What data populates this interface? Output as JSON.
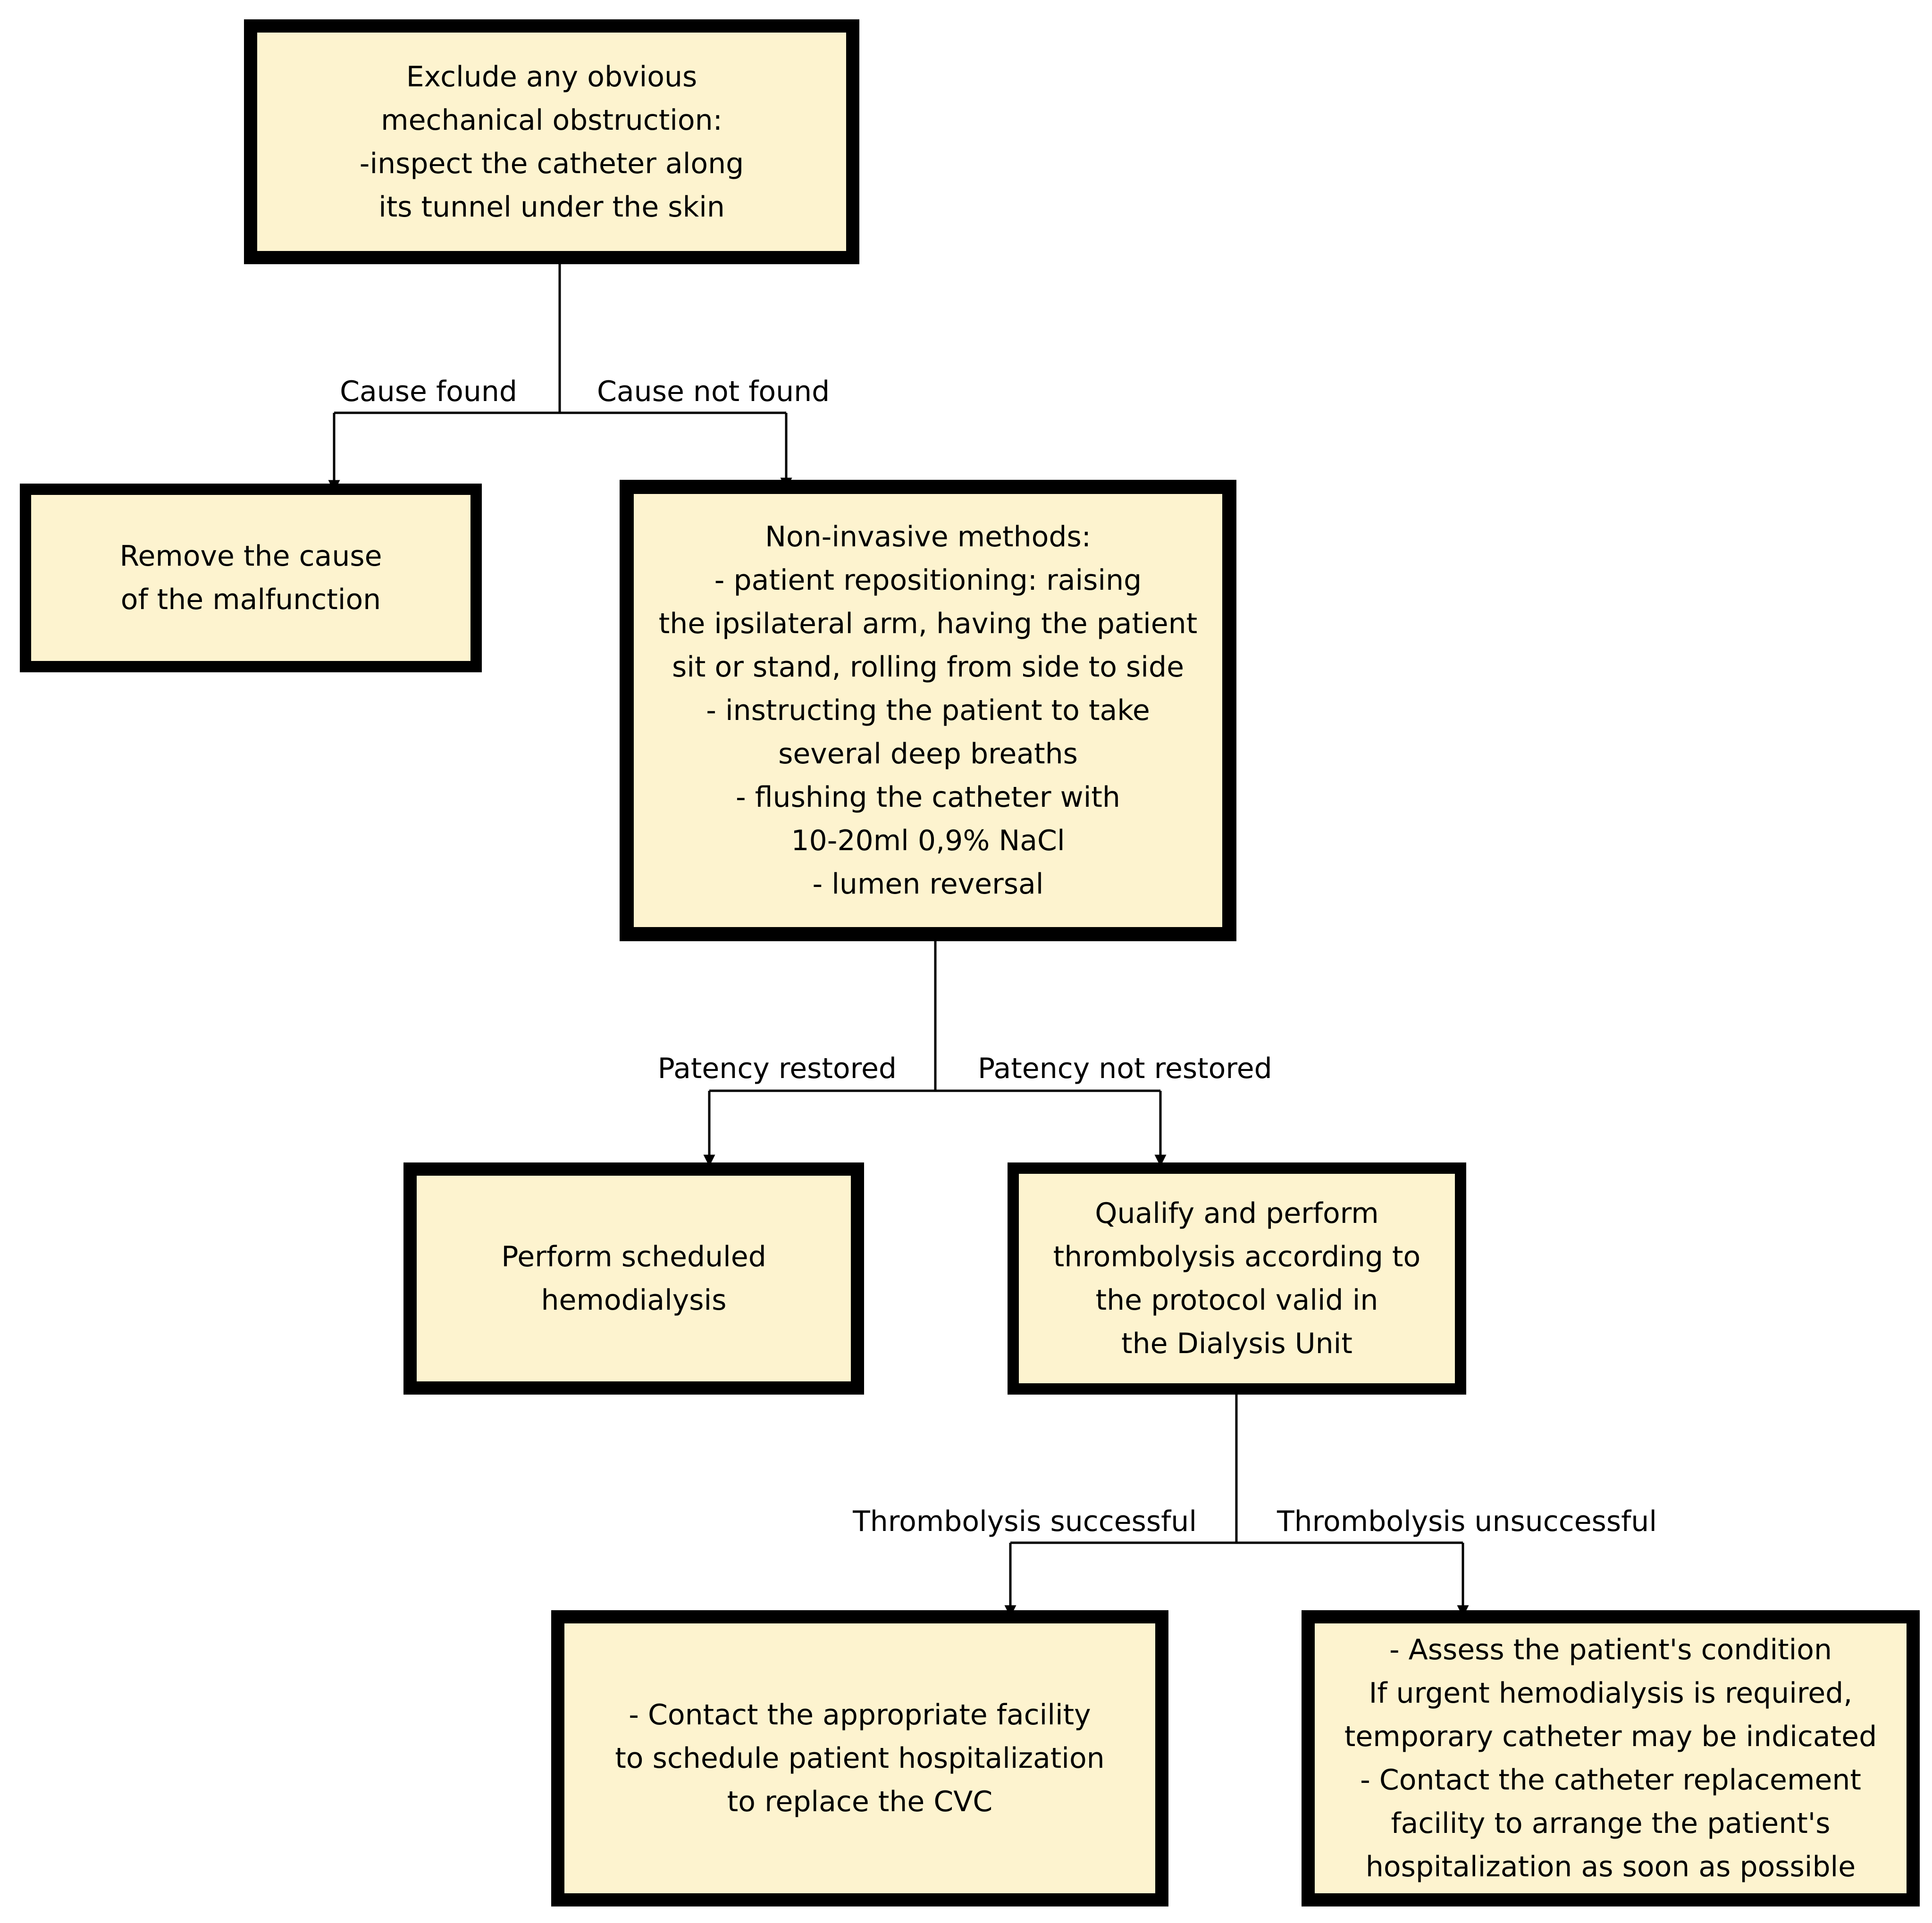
{
  "diagram": {
    "boxes": {
      "exclude_obstruction": {
        "lines": [
          "Exclude any obvious",
          "mechanical obstruction:",
          "-inspect the catheter along",
          "its tunnel under the skin"
        ]
      },
      "remove_cause": {
        "lines": [
          "Remove the cause",
          "of the malfunction"
        ]
      },
      "non_invasive": {
        "lines": [
          "Non-invasive methods:",
          "- patient repositioning: raising",
          "the ipsilateral arm, having the patient",
          "sit or stand, rolling from side to side",
          "- instructing the patient to take",
          "several deep breaths",
          "- flushing the catheter with",
          "10-20ml 0,9% NaCl",
          "- lumen reversal"
        ]
      },
      "perform_hemodialysis": {
        "lines": [
          "Perform scheduled",
          "hemodialysis"
        ]
      },
      "thrombolysis": {
        "lines": [
          "Qualify and perform",
          "thrombolysis according to",
          "the protocol valid in",
          "the Dialysis Unit"
        ]
      },
      "contact_facility": {
        "lines": [
          "- Contact the appropriate facility",
          "to schedule patient hospitalization",
          "to replace the CVC"
        ]
      },
      "assess_condition": {
        "lines": [
          "- Assess the patient's condition",
          "If urgent hemodialysis is required,",
          "temporary catheter may be indicated",
          "- Contact the catheter replacement",
          "facility to arrange the patient's",
          "hospitalization as soon as possible"
        ]
      }
    },
    "edge_labels": {
      "cause_found": "Cause found",
      "cause_not_found": "Cause not found",
      "patency_restored": "Patency restored",
      "patency_not_restored": "Patency not restored",
      "thrombolysis_successful": "Thrombolysis successful",
      "thrombolysis_unsuccessful": "Thrombolysis unsuccessful"
    },
    "colors": {
      "box_fill": "#fdf3cf",
      "box_border": "#000000",
      "connector": "#000000"
    }
  }
}
